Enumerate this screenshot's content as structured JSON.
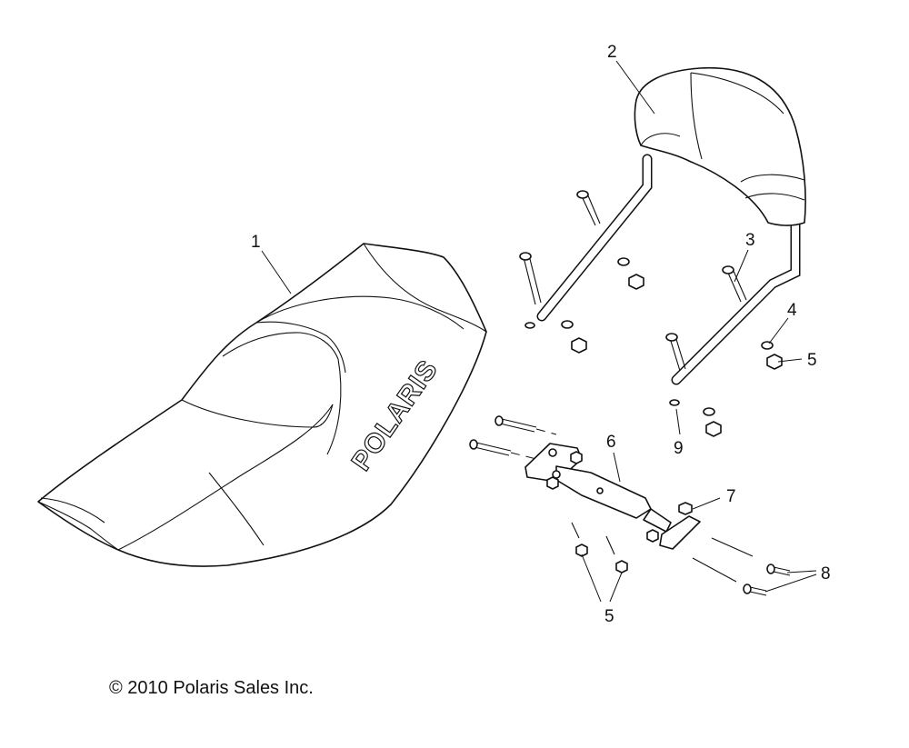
{
  "callouts": [
    {
      "id": "1",
      "label": "1"
    },
    {
      "id": "2",
      "label": "2"
    },
    {
      "id": "3",
      "label": "3"
    },
    {
      "id": "4",
      "label": "4"
    },
    {
      "id": "5a",
      "label": "5"
    },
    {
      "id": "5b",
      "label": "5"
    },
    {
      "id": "6",
      "label": "6"
    },
    {
      "id": "7",
      "label": "7"
    },
    {
      "id": "8",
      "label": "8"
    },
    {
      "id": "9",
      "label": "9"
    }
  ],
  "seat_logo_text": "POLARIS",
  "copyright": "© 2010 Polaris Sales Inc."
}
